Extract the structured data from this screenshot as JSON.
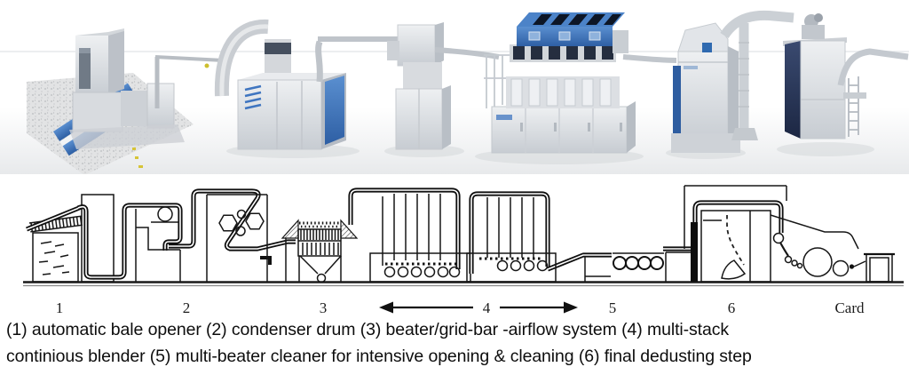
{
  "figure_type": "blowroom spinning preparation line - photo render and process schematic",
  "colors": {
    "accent_blue": "#3f75c0",
    "navy_panel": "#2c3c63",
    "machine_gray": "#d6dadf",
    "schematic_line": "#141414",
    "floor_shadow": "#d8dbde",
    "marker_yellow": "#d6c437"
  },
  "schematic_labels": [
    {
      "id": "station-1",
      "text": "1"
    },
    {
      "id": "station-2",
      "text": "2"
    },
    {
      "id": "station-3",
      "text": "3"
    },
    {
      "id": "station-4",
      "text": "4"
    },
    {
      "id": "station-5",
      "text": "5"
    },
    {
      "id": "station-6",
      "text": "6"
    },
    {
      "id": "station-card",
      "text": "Card"
    }
  ],
  "caption": {
    "line1": "(1) automatic bale opener (2) condenser drum (3) beater/grid-bar -airflow system (4) multi-stack",
    "line2": "continious blender (5) multi-beater cleaner for intensive opening & cleaning (6) final dedusting step"
  }
}
